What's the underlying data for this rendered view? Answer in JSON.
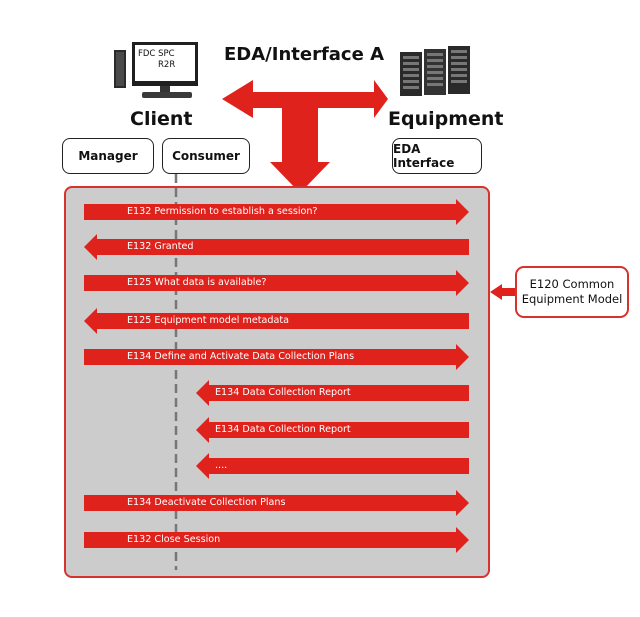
{
  "title": "EDA/Interface A",
  "client": {
    "label": "Client",
    "monitor_line1": "FDC  SPC",
    "monitor_line2": "R2R"
  },
  "equipment": {
    "label": "Equipment"
  },
  "boxes": {
    "manager": "Manager",
    "consumer": "Consumer",
    "eda_interface": "EDA Interface"
  },
  "model_box": {
    "line1": "E120 Common",
    "line2": "Equipment Model"
  },
  "messages": [
    {
      "text": "E132 Permission to establish a session?",
      "direction": "right"
    },
    {
      "text": "E132 Granted",
      "direction": "left"
    },
    {
      "text": "E125 What data is available?",
      "direction": "right"
    },
    {
      "text": "E125 Equipment model metadata",
      "direction": "left"
    },
    {
      "text": "E134 Define and Activate Data Collection Plans",
      "direction": "right"
    },
    {
      "text": "E134 Data Collection Report",
      "direction": "left"
    },
    {
      "text": "E134 Data Collection Report",
      "direction": "left"
    },
    {
      "text": "....",
      "direction": "left"
    },
    {
      "text": "E134 Deactivate Collection Plans",
      "direction": "right"
    },
    {
      "text": "E132 Close Session",
      "direction": "right"
    }
  ],
  "colors": {
    "arrow_red": "#e0221c",
    "panel_gray": "#cccccc",
    "panel_border": "#d7322c"
  }
}
